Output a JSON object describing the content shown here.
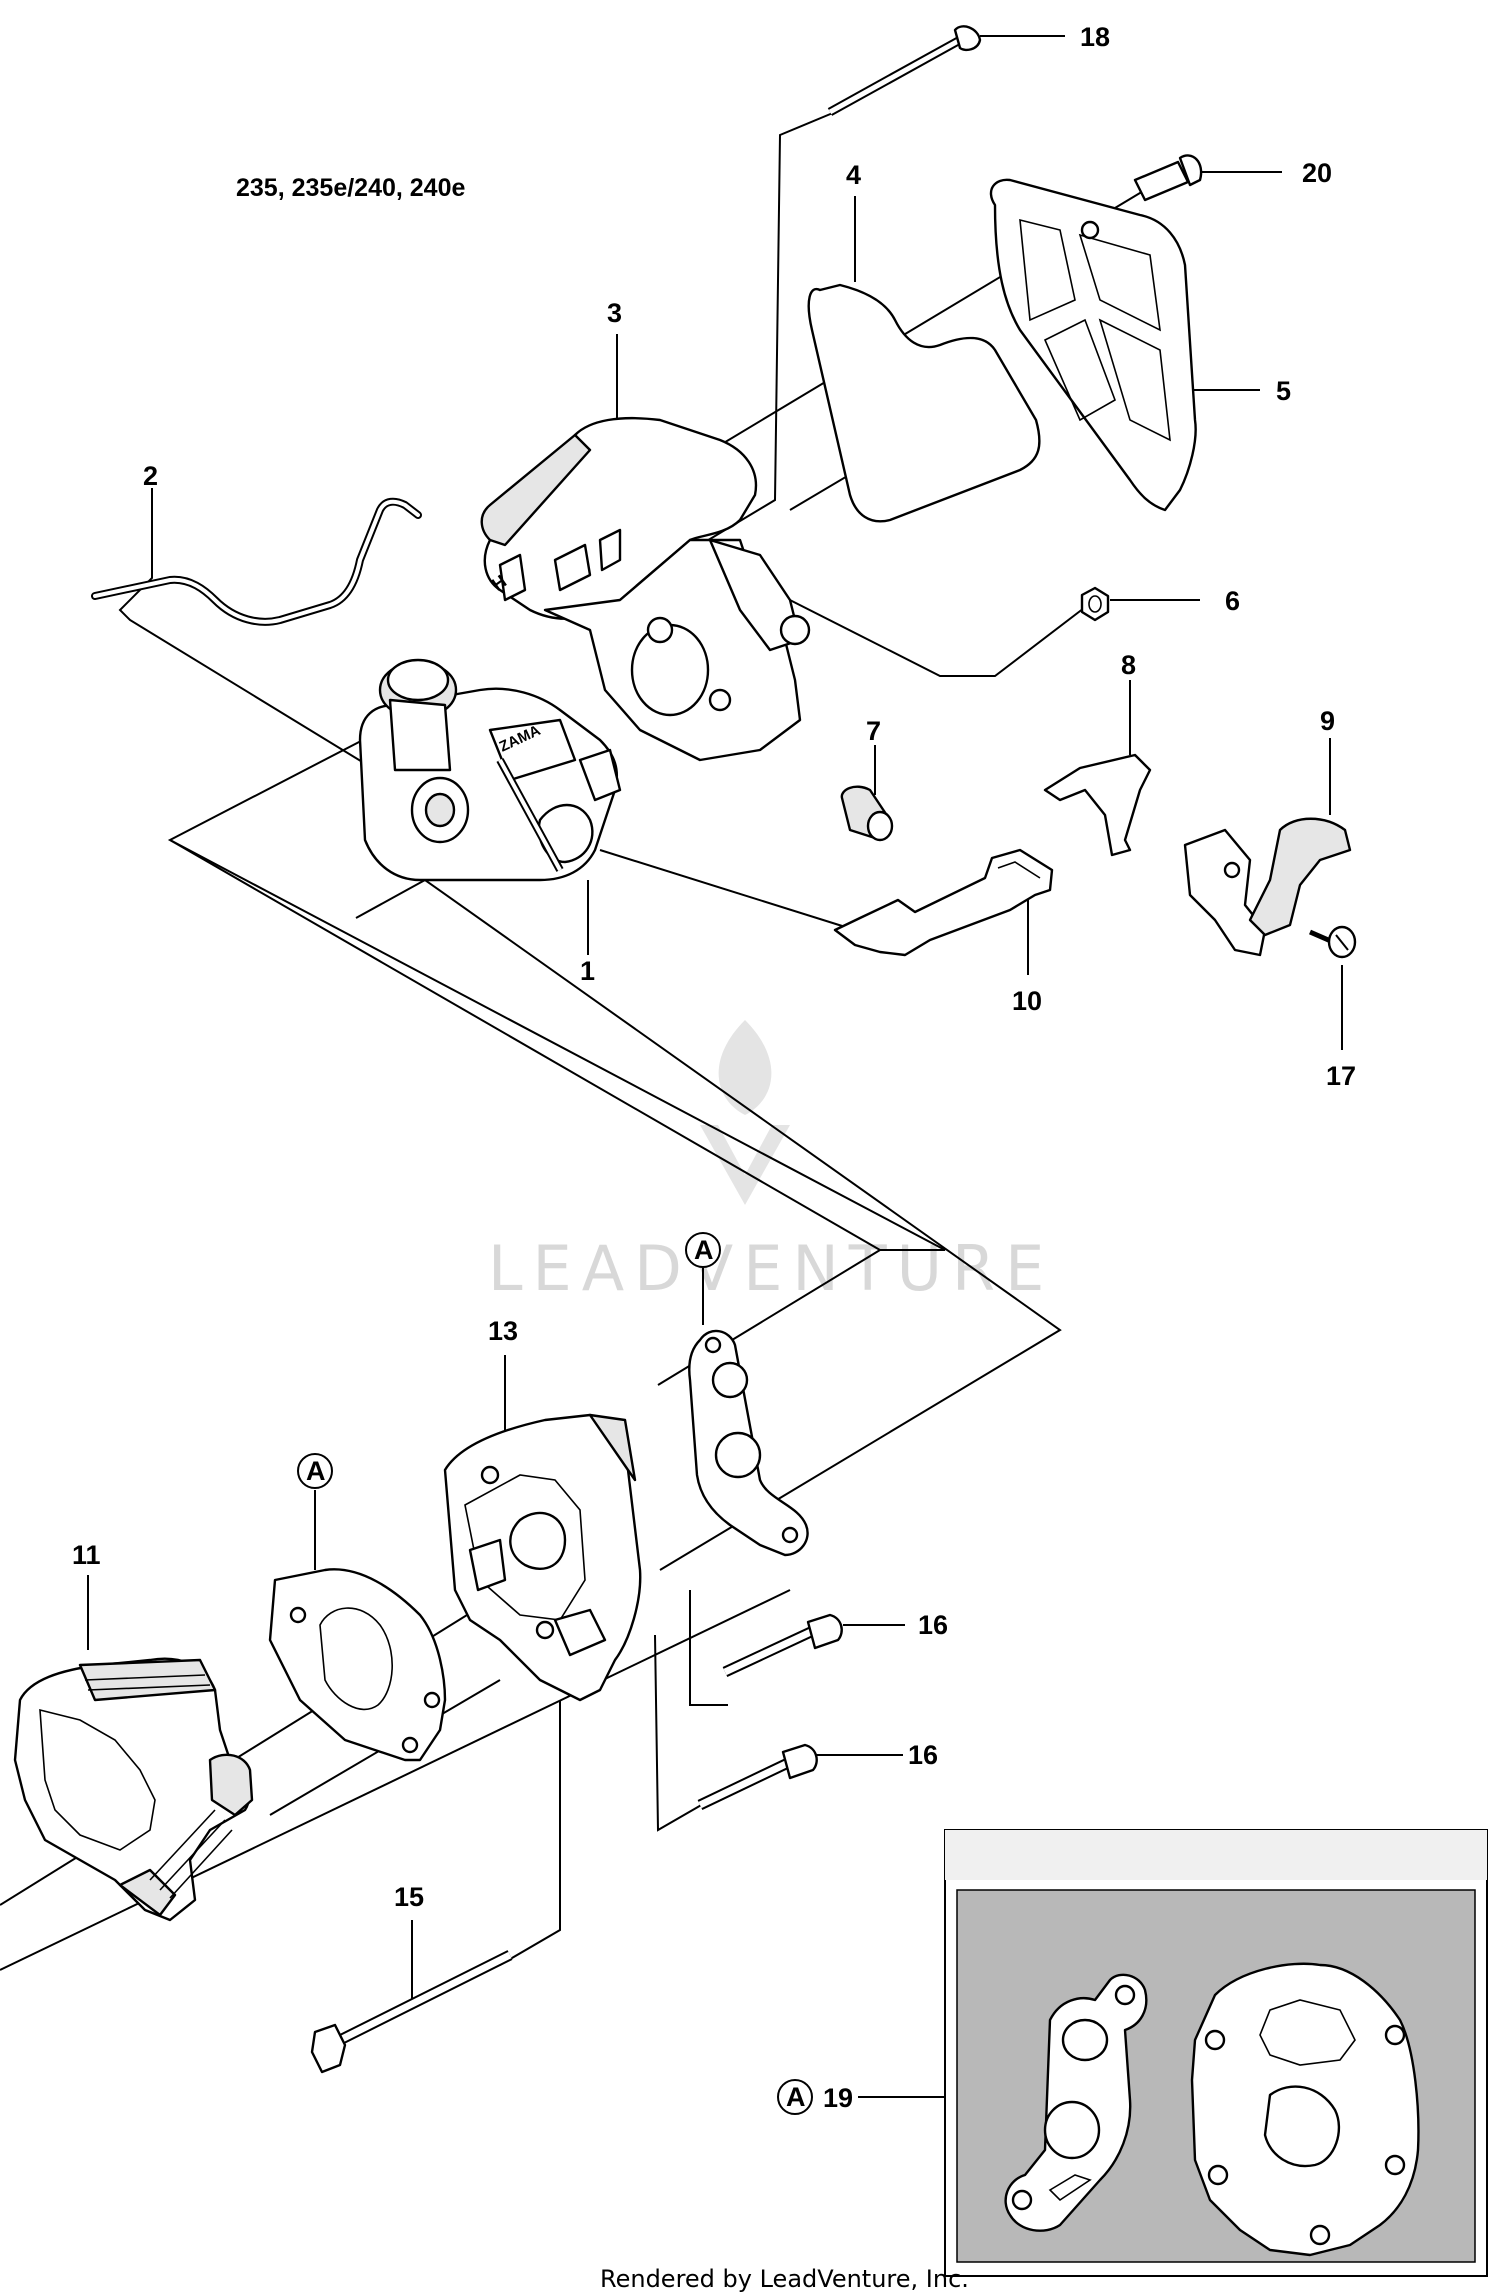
{
  "model_label": "235, 235e/240, 240e",
  "watermark": "LEADVENTURE",
  "footer": "Rendered by LeadVenture, Inc.",
  "ref_letter": "A",
  "callouts": [
    {
      "id": "18",
      "label": "18"
    },
    {
      "id": "20",
      "label": "20"
    },
    {
      "id": "4",
      "label": "4"
    },
    {
      "id": "3",
      "label": "3"
    },
    {
      "id": "5",
      "label": "5"
    },
    {
      "id": "2",
      "label": "2"
    },
    {
      "id": "6",
      "label": "6"
    },
    {
      "id": "8",
      "label": "8"
    },
    {
      "id": "9",
      "label": "9"
    },
    {
      "id": "7",
      "label": "7"
    },
    {
      "id": "1",
      "label": "1"
    },
    {
      "id": "10",
      "label": "10"
    },
    {
      "id": "17",
      "label": "17"
    },
    {
      "id": "13",
      "label": "13"
    },
    {
      "id": "11",
      "label": "11"
    },
    {
      "id": "16a",
      "label": "16"
    },
    {
      "id": "16b",
      "label": "16"
    },
    {
      "id": "15",
      "label": "15"
    },
    {
      "id": "19",
      "label": "19"
    }
  ]
}
